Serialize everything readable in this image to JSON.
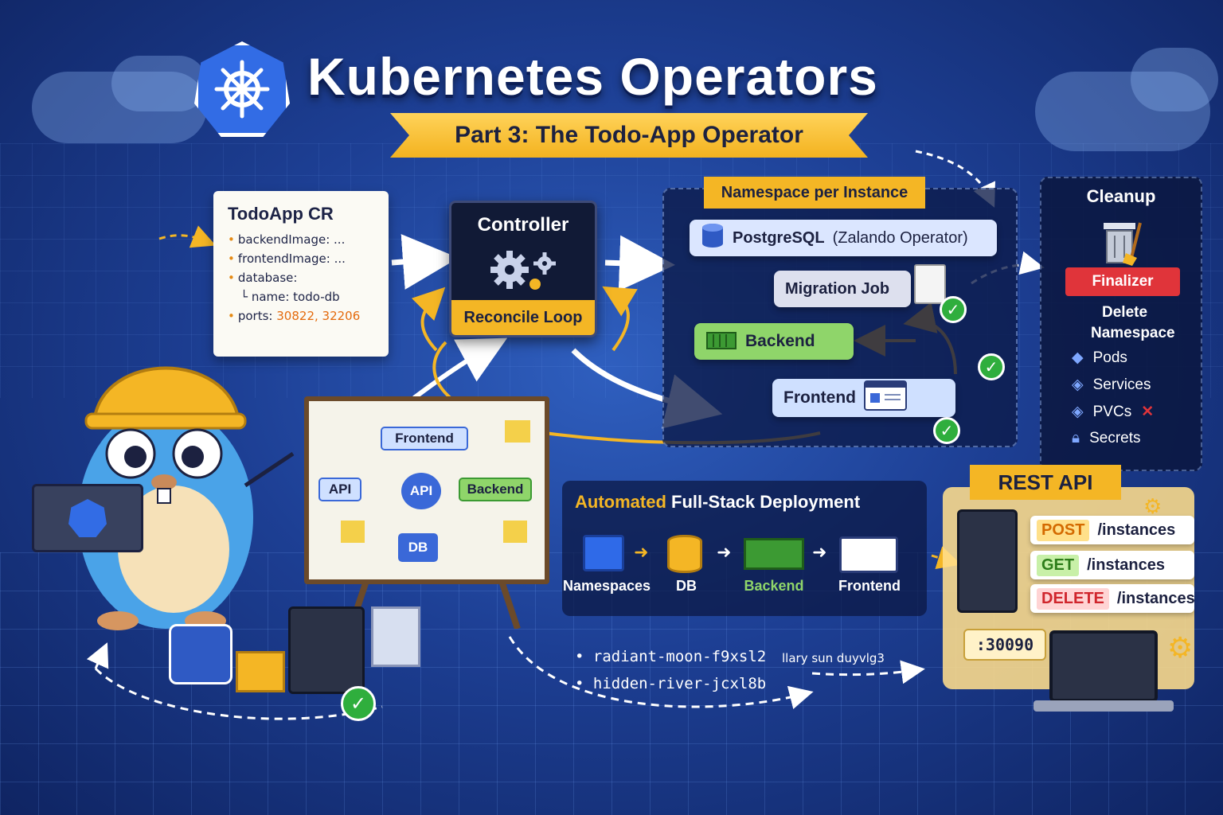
{
  "header": {
    "title": "Kubernetes Operators",
    "subtitle": "Part 3: The Todo-App Operator"
  },
  "cr_card": {
    "title": "TodoApp CR",
    "backend": "backendImage: ...",
    "frontend": "frontendImage: ...",
    "database": "database:",
    "name": "name: todo-db",
    "ports_key": "ports:",
    "ports_value": "30822, 32206"
  },
  "controller": {
    "title": "Controller",
    "loop": "Reconcile Loop"
  },
  "namespace_panel": {
    "label": "Namespace per Instance",
    "postgres": "PostgreSQL",
    "postgres_sub": "(Zalando Operator)",
    "migration": "Migration Job",
    "backend": "Backend",
    "frontend": "Frontend"
  },
  "cleanup": {
    "title": "Cleanup",
    "finalizer": "Finalizer",
    "delete_line1": "Delete",
    "delete_line2": "Namespace",
    "items": [
      "Pods",
      "Services",
      "PVCs",
      "Secrets"
    ]
  },
  "whiteboard": {
    "frontend": "Frontend",
    "api_left": "API",
    "api_center": "API",
    "backend": "Backend",
    "db": "DB"
  },
  "automated": {
    "title_highlight": "Automated",
    "title_rest": "Full-Stack Deployment",
    "stages": [
      "Namespaces",
      "DB",
      "Backend",
      "Frontend"
    ],
    "instances": [
      "radiant-moon-f9xsl2",
      "hidden-river-jcxl8b"
    ],
    "instance_extra": "llary sun duyvlg3"
  },
  "rest_api": {
    "label": "REST API",
    "endpoints": [
      {
        "method": "POST",
        "path": "/instances"
      },
      {
        "method": "GET",
        "path": "/instances"
      },
      {
        "method": "DELETE",
        "path": "/instances"
      }
    ],
    "port": ":30090"
  },
  "colors": {
    "accent": "#f4b625",
    "k8s_blue": "#326ce5",
    "success": "#2fae3d",
    "danger": "#e0343a"
  }
}
